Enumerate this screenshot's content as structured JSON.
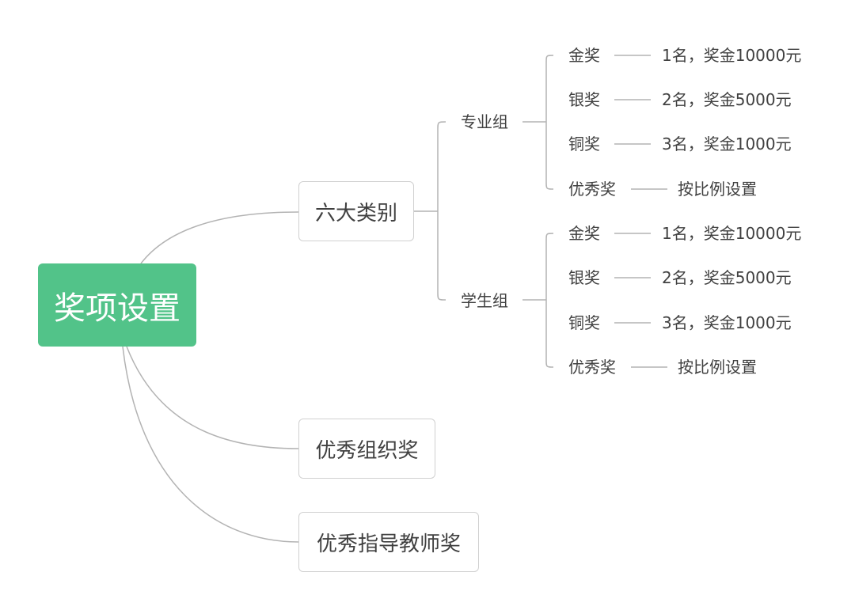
{
  "colors": {
    "root_fill": "#52c389",
    "line": "#b3b3b3",
    "box_border": "#d0d0d0",
    "text": "#404040"
  },
  "root": {
    "label": "奖项设置"
  },
  "branches": [
    {
      "label": "六大类别",
      "groups": [
        {
          "label": "专业组",
          "awards": [
            {
              "name": "金奖",
              "detail": "1名，奖金10000元"
            },
            {
              "name": "银奖",
              "detail": "2名，奖金5000元"
            },
            {
              "name": "铜奖",
              "detail": "3名，奖金1000元"
            },
            {
              "name": "优秀奖",
              "detail": "按比例设置"
            }
          ]
        },
        {
          "label": "学生组",
          "awards": [
            {
              "name": "金奖",
              "detail": "1名，奖金10000元"
            },
            {
              "name": "银奖",
              "detail": "2名，奖金5000元"
            },
            {
              "name": "铜奖",
              "detail": "3名，奖金1000元"
            },
            {
              "name": "优秀奖",
              "detail": "按比例设置"
            }
          ]
        }
      ]
    },
    {
      "label": "优秀组织奖"
    },
    {
      "label": "优秀指导教师奖"
    }
  ]
}
